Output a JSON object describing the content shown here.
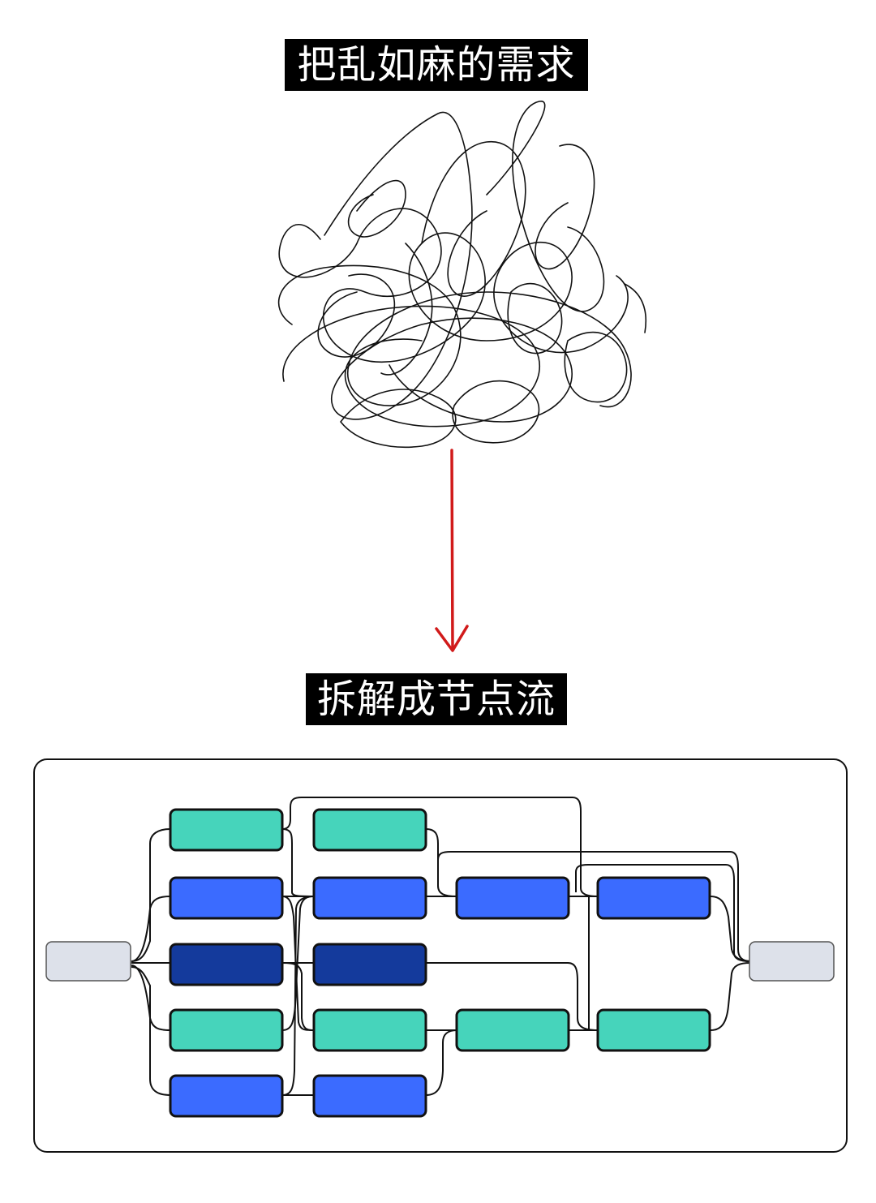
{
  "labels": {
    "top": "把乱如麻的需求",
    "bottom": "拆解成节点流"
  },
  "colors": {
    "arrow": "#d11a1a",
    "teal": "#46d4bb",
    "blue": "#3b6bff",
    "dark_blue": "#143a9c",
    "gray": "#dde1ea",
    "stroke": "#111111"
  },
  "diagram": {
    "nodes": [
      {
        "id": "start",
        "kind": "gray"
      },
      {
        "id": "c1r1",
        "kind": "teal"
      },
      {
        "id": "c1r2",
        "kind": "blue"
      },
      {
        "id": "c1r3",
        "kind": "dark_blue"
      },
      {
        "id": "c1r4",
        "kind": "teal"
      },
      {
        "id": "c1r5",
        "kind": "blue"
      },
      {
        "id": "c2r1",
        "kind": "teal"
      },
      {
        "id": "c2r2",
        "kind": "blue"
      },
      {
        "id": "c2r3",
        "kind": "dark_blue"
      },
      {
        "id": "c2r4",
        "kind": "teal"
      },
      {
        "id": "c2r5",
        "kind": "blue"
      },
      {
        "id": "c3r2",
        "kind": "blue"
      },
      {
        "id": "c3r4",
        "kind": "teal"
      },
      {
        "id": "c4r2",
        "kind": "blue"
      },
      {
        "id": "c4r4",
        "kind": "teal"
      },
      {
        "id": "end",
        "kind": "gray"
      }
    ]
  }
}
